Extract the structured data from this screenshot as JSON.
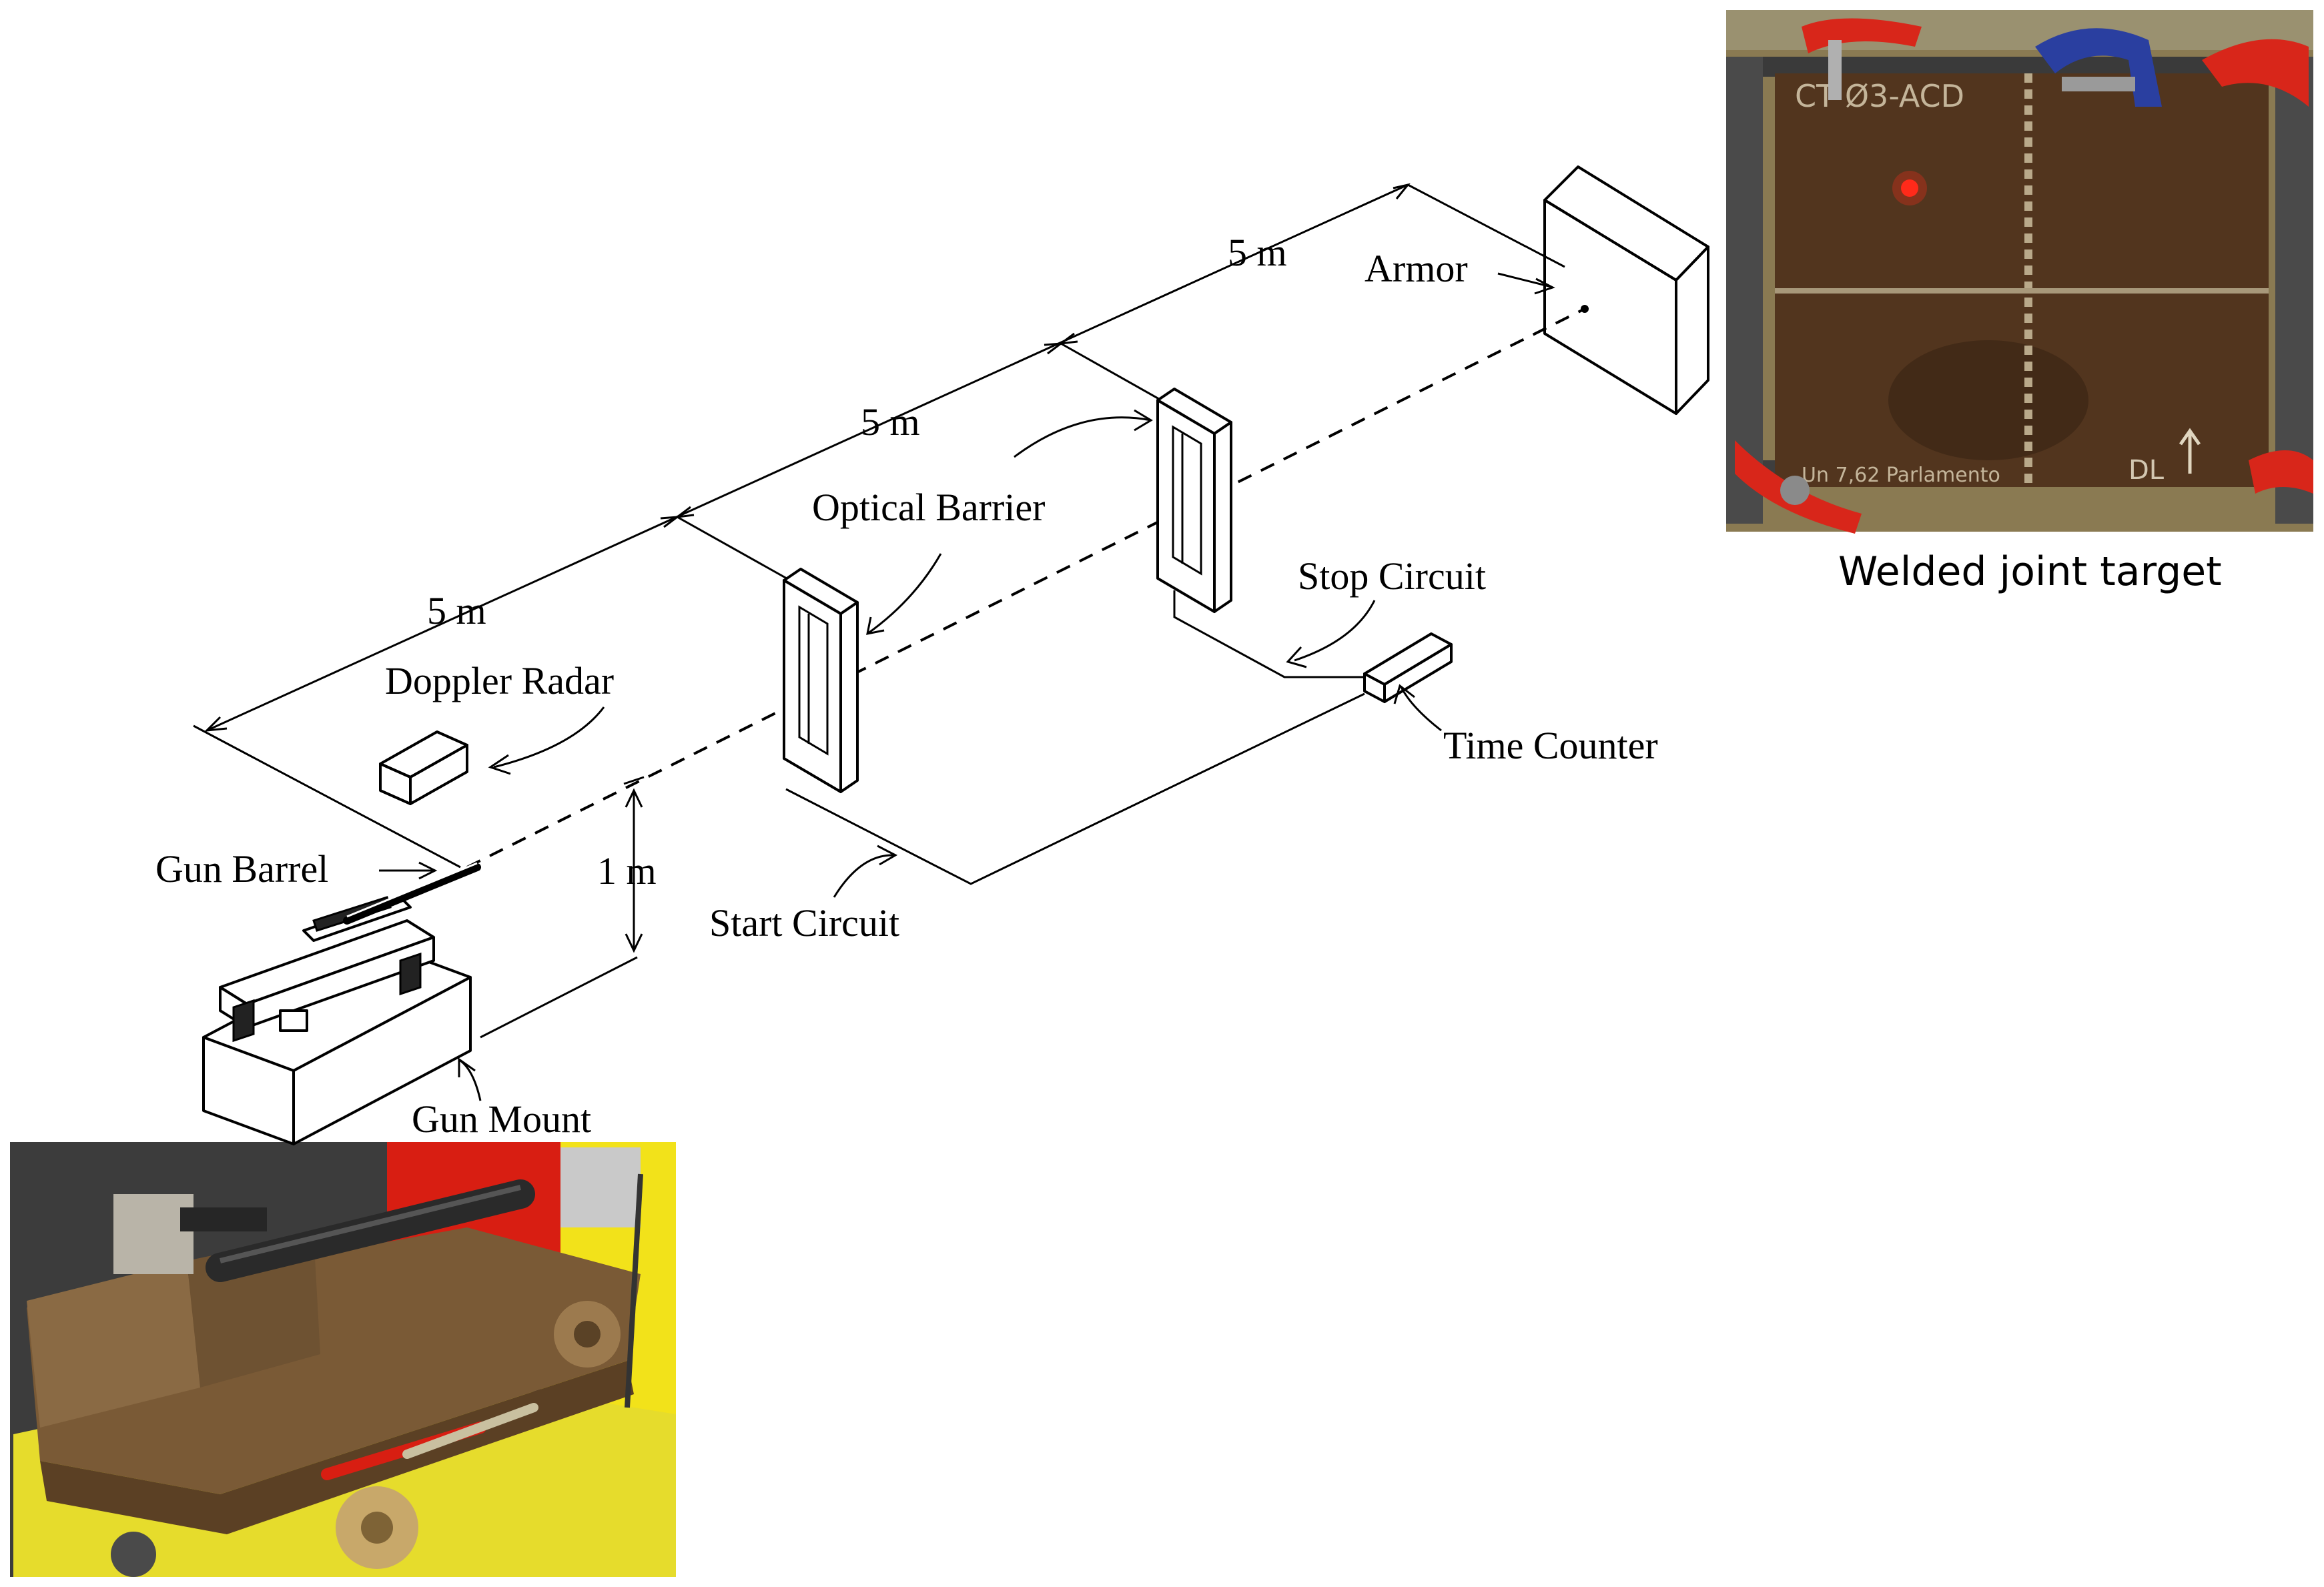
{
  "labels": {
    "armor": "Armor",
    "optical_barrier": "Optical Barrier",
    "stop_circuit": "Stop Circuit",
    "time_counter": "Time Counter",
    "doppler_radar": "Doppler Radar",
    "gun_barrel": "Gun Barrel",
    "start_circuit": "Start Circuit",
    "gun_mount": "Gun Mount"
  },
  "distances": {
    "d1": "5 m",
    "d2": "5 m",
    "d3": "5 m",
    "height": "1 m"
  },
  "captions": {
    "target_photo": "Welded joint target"
  },
  "photos": {
    "target_photo_marking_top": "CT Ø3-ACD",
    "target_photo_marking_bottom": "Un 7,62 Parlamento",
    "target_photo_marking_right": "DL"
  },
  "colors": {
    "steel_plate": "#5a3a22",
    "clamp": "#d8261a",
    "laser_dot": "#ff2a1a",
    "gun_rig_yellow": "#f2e21a",
    "gun_rig_red": "#d81e12"
  }
}
